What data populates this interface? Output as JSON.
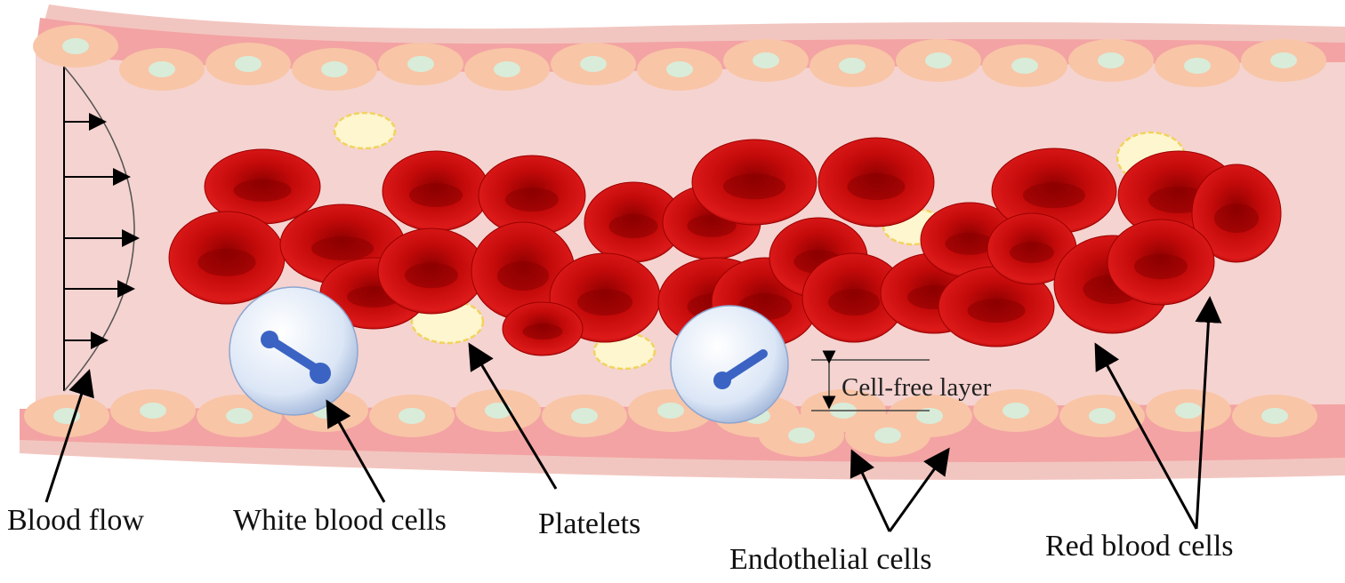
{
  "labels": {
    "blood_flow": "Blood flow",
    "white_blood_cells": "White blood cells",
    "platelets": "Platelets",
    "endothelial_cells": "Endothelial cells",
    "red_blood_cells": "Red blood cells",
    "cell_free_layer": "Cell-free layer"
  },
  "colors": {
    "lumen": "#f5d3d0",
    "wall_outer": "#f2c6c0",
    "wall_inner": "#f3a3a3",
    "endothelial": "#f8c5a6",
    "nucleus": "#d8ecd9",
    "rbc": "#c80a0a",
    "platelet": "#fdf6cf",
    "wbc": "#dde8f8"
  }
}
